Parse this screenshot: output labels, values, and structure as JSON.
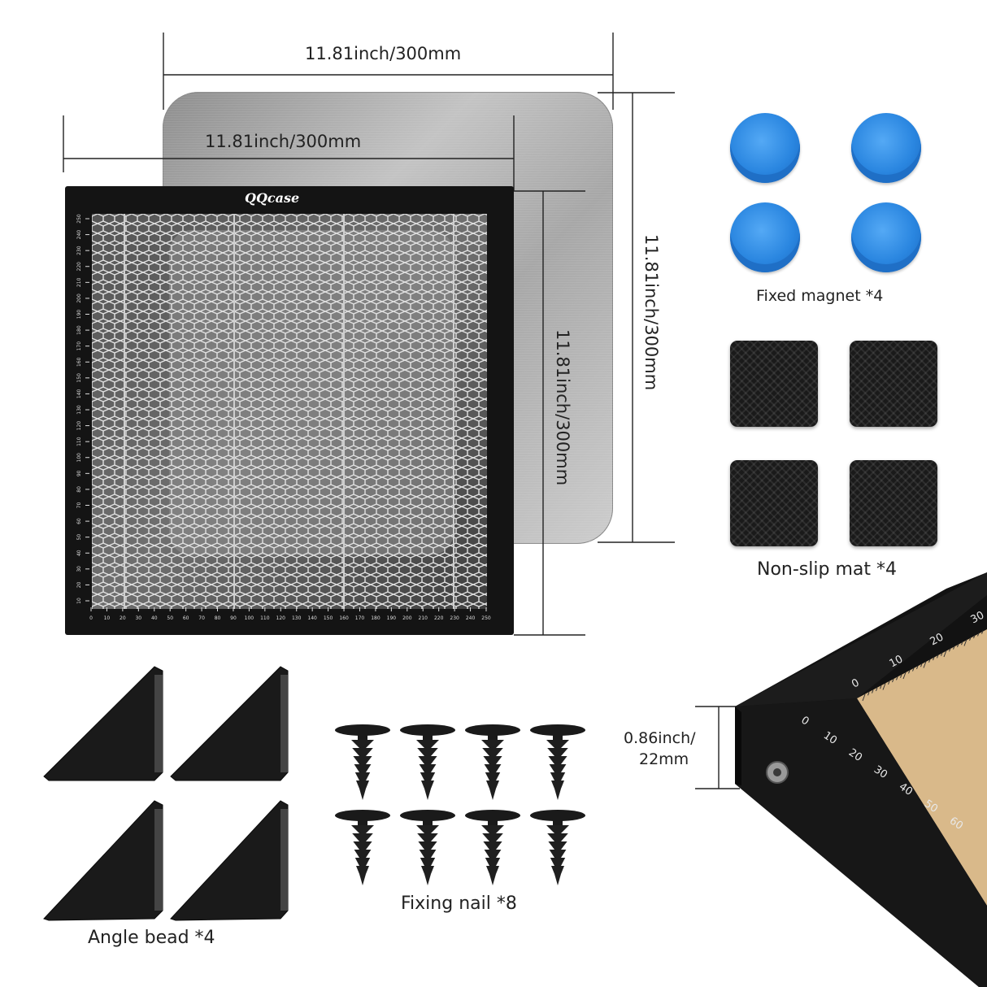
{
  "dimensions": {
    "top_width_back": "11.81inch/300mm",
    "top_width_front": "11.81inch/300mm",
    "height_back": "11.81inch/300mm",
    "height_front": "11.81inch/300mm",
    "thickness_line1": "0.86inch/",
    "thickness_line2": "22mm"
  },
  "brand": {
    "logo_text": "QQcase"
  },
  "captions": {
    "magnet": "Fixed magnet *4",
    "mat": "Non-slip mat *4",
    "angle_bead": "Angle bead *4",
    "fixing_nail": "Fixing nail *8"
  },
  "ruler": {
    "bottom_ticks": [
      "0",
      "10",
      "20",
      "30",
      "40",
      "50",
      "60",
      "70",
      "80",
      "90",
      "100",
      "110",
      "120",
      "130",
      "140",
      "150",
      "160",
      "170",
      "180",
      "190",
      "200",
      "210",
      "220",
      "230",
      "240",
      "250"
    ],
    "left_ticks": [
      "250",
      "240",
      "230",
      "220",
      "210",
      "200",
      "190",
      "180",
      "170",
      "160",
      "150",
      "140",
      "130",
      "120",
      "110",
      "100",
      "90",
      "80",
      "70",
      "60",
      "50",
      "40",
      "30",
      "20",
      "10"
    ],
    "corner_top_ticks": [
      "0",
      "10",
      "20",
      "30"
    ],
    "corner_bottom_ticks": [
      "0",
      "10",
      "20",
      "30",
      "40",
      "50",
      "60"
    ]
  },
  "colors": {
    "magnet_blue": "#2a86e0",
    "frame_black": "#141414",
    "plate_silver": "#a9a9a9",
    "wood": "#d9b98a"
  }
}
